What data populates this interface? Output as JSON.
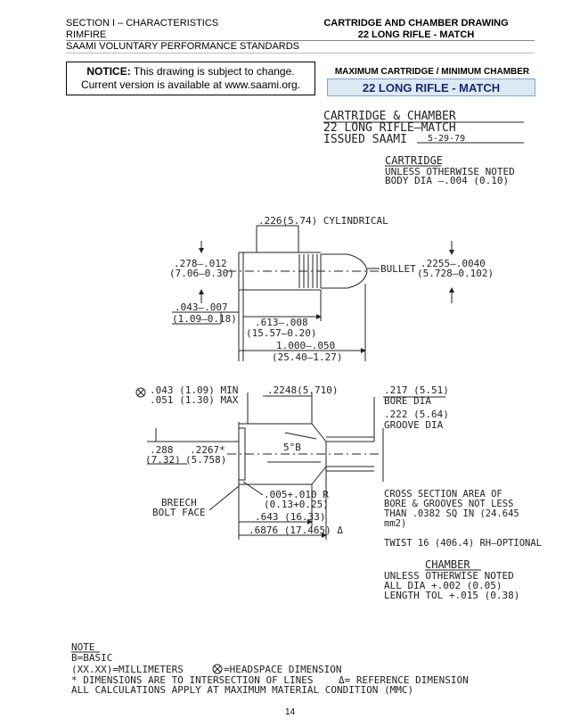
{
  "header": {
    "left_line1": "SECTION I – CHARACTERISTICS",
    "left_line2": "RIMFIRE",
    "left_line3": "SAAMI VOLUNTARY PERFORMANCE STANDARDS",
    "right_line1": "CARTRIDGE AND CHAMBER DRAWING",
    "right_line2": "22 LONG RIFLE - MATCH"
  },
  "notice": {
    "label": "NOTICE:",
    "line1": "This drawing is subject to change.",
    "line2": "Current version is available at www.saami.org."
  },
  "spec": {
    "caption": "MAXIMUM CARTRIDGE / MINIMUM CHAMBER",
    "title": "22 LONG RIFLE - MATCH"
  },
  "drawing": {
    "title1": "CARTRIDGE & CHAMBER",
    "title2": "22 LONG RIFLE–MATCH",
    "issued_label": "ISSUED SAAMI",
    "issued_date": "5-29-79",
    "cartridge_heading": "CARTRIDGE",
    "cartridge_note1": "UNLESS OTHERWISE NOTED",
    "cartridge_note2": "BODY DIA –.004 (0.10)",
    "dim_cyl": ".226(5.74) CYLINDRICAL",
    "dim_rim_dia1": ".278–.012",
    "dim_rim_dia2": "(7.06–0.30)",
    "bullet_label": "BULLET",
    "dim_bullet1": ".2255–.0040",
    "dim_bullet2": "(5.728–0.102)",
    "dim_rim_thk1": ".043–.007",
    "dim_rim_thk2": "(1.09–0.18)",
    "dim_case_len1": ".613–.008",
    "dim_case_len2": "(15.57–0.20)",
    "dim_oal1": "1.000–.050",
    "dim_oal2": "(25.40–1.27)",
    "headspace1": ".043 (1.09) MIN",
    "headspace2": ".051 (1.30) MAX",
    "dim_throat": ".2248(5.710)",
    "bore_dia1": ".217 (5.51)",
    "bore_dia2": "BORE DIA",
    "groove_dia1": ".222 (5.64)",
    "groove_dia2": "GROOVE DIA",
    "dim_ch_rim1": ".288",
    "dim_ch_rim2": "(7.32)",
    "dim_ch_body1": ".2267*",
    "dim_ch_body2": "(5.758)",
    "angle": "5°B",
    "breech1": "BREECH",
    "breech2": "BOLT FACE",
    "dim_radius1": ".005+.010 R",
    "dim_radius2": "(0.13+0.25)",
    "dim_ch643": ".643 (16.33)",
    "dim_ch6876": ".6876 (17.465) Δ",
    "cross1": "CROSS SECTION AREA OF",
    "cross2": "BORE & GROOVES NOT LESS",
    "cross3": "THAN .0382 SQ IN (24.645",
    "cross4": "mm2)",
    "twist": "TWIST 16 (406.4) RH–OPTIONAL",
    "chamber_heading": "CHAMBER",
    "chamber_note1": "UNLESS OTHERWISE NOTED",
    "chamber_note2": "ALL DIA +.002 (0.05)",
    "chamber_note3": "LENGTH TOL +.015 (0.38)",
    "note_heading": "NOTE",
    "note1": "B=BASIC",
    "note2a": "(XX.XX)=MILLIMETERS",
    "note2b": "=HEADSPACE DIMENSION",
    "note3a": "* DIMENSIONS ARE TO INTERSECTION OF LINES",
    "note3b": "Δ= REFERENCE DIMENSION",
    "note4": "ALL CALCULATIONS APPLY AT MAXIMUM MATERIAL CONDITION (MMC)"
  },
  "page_number": "14"
}
